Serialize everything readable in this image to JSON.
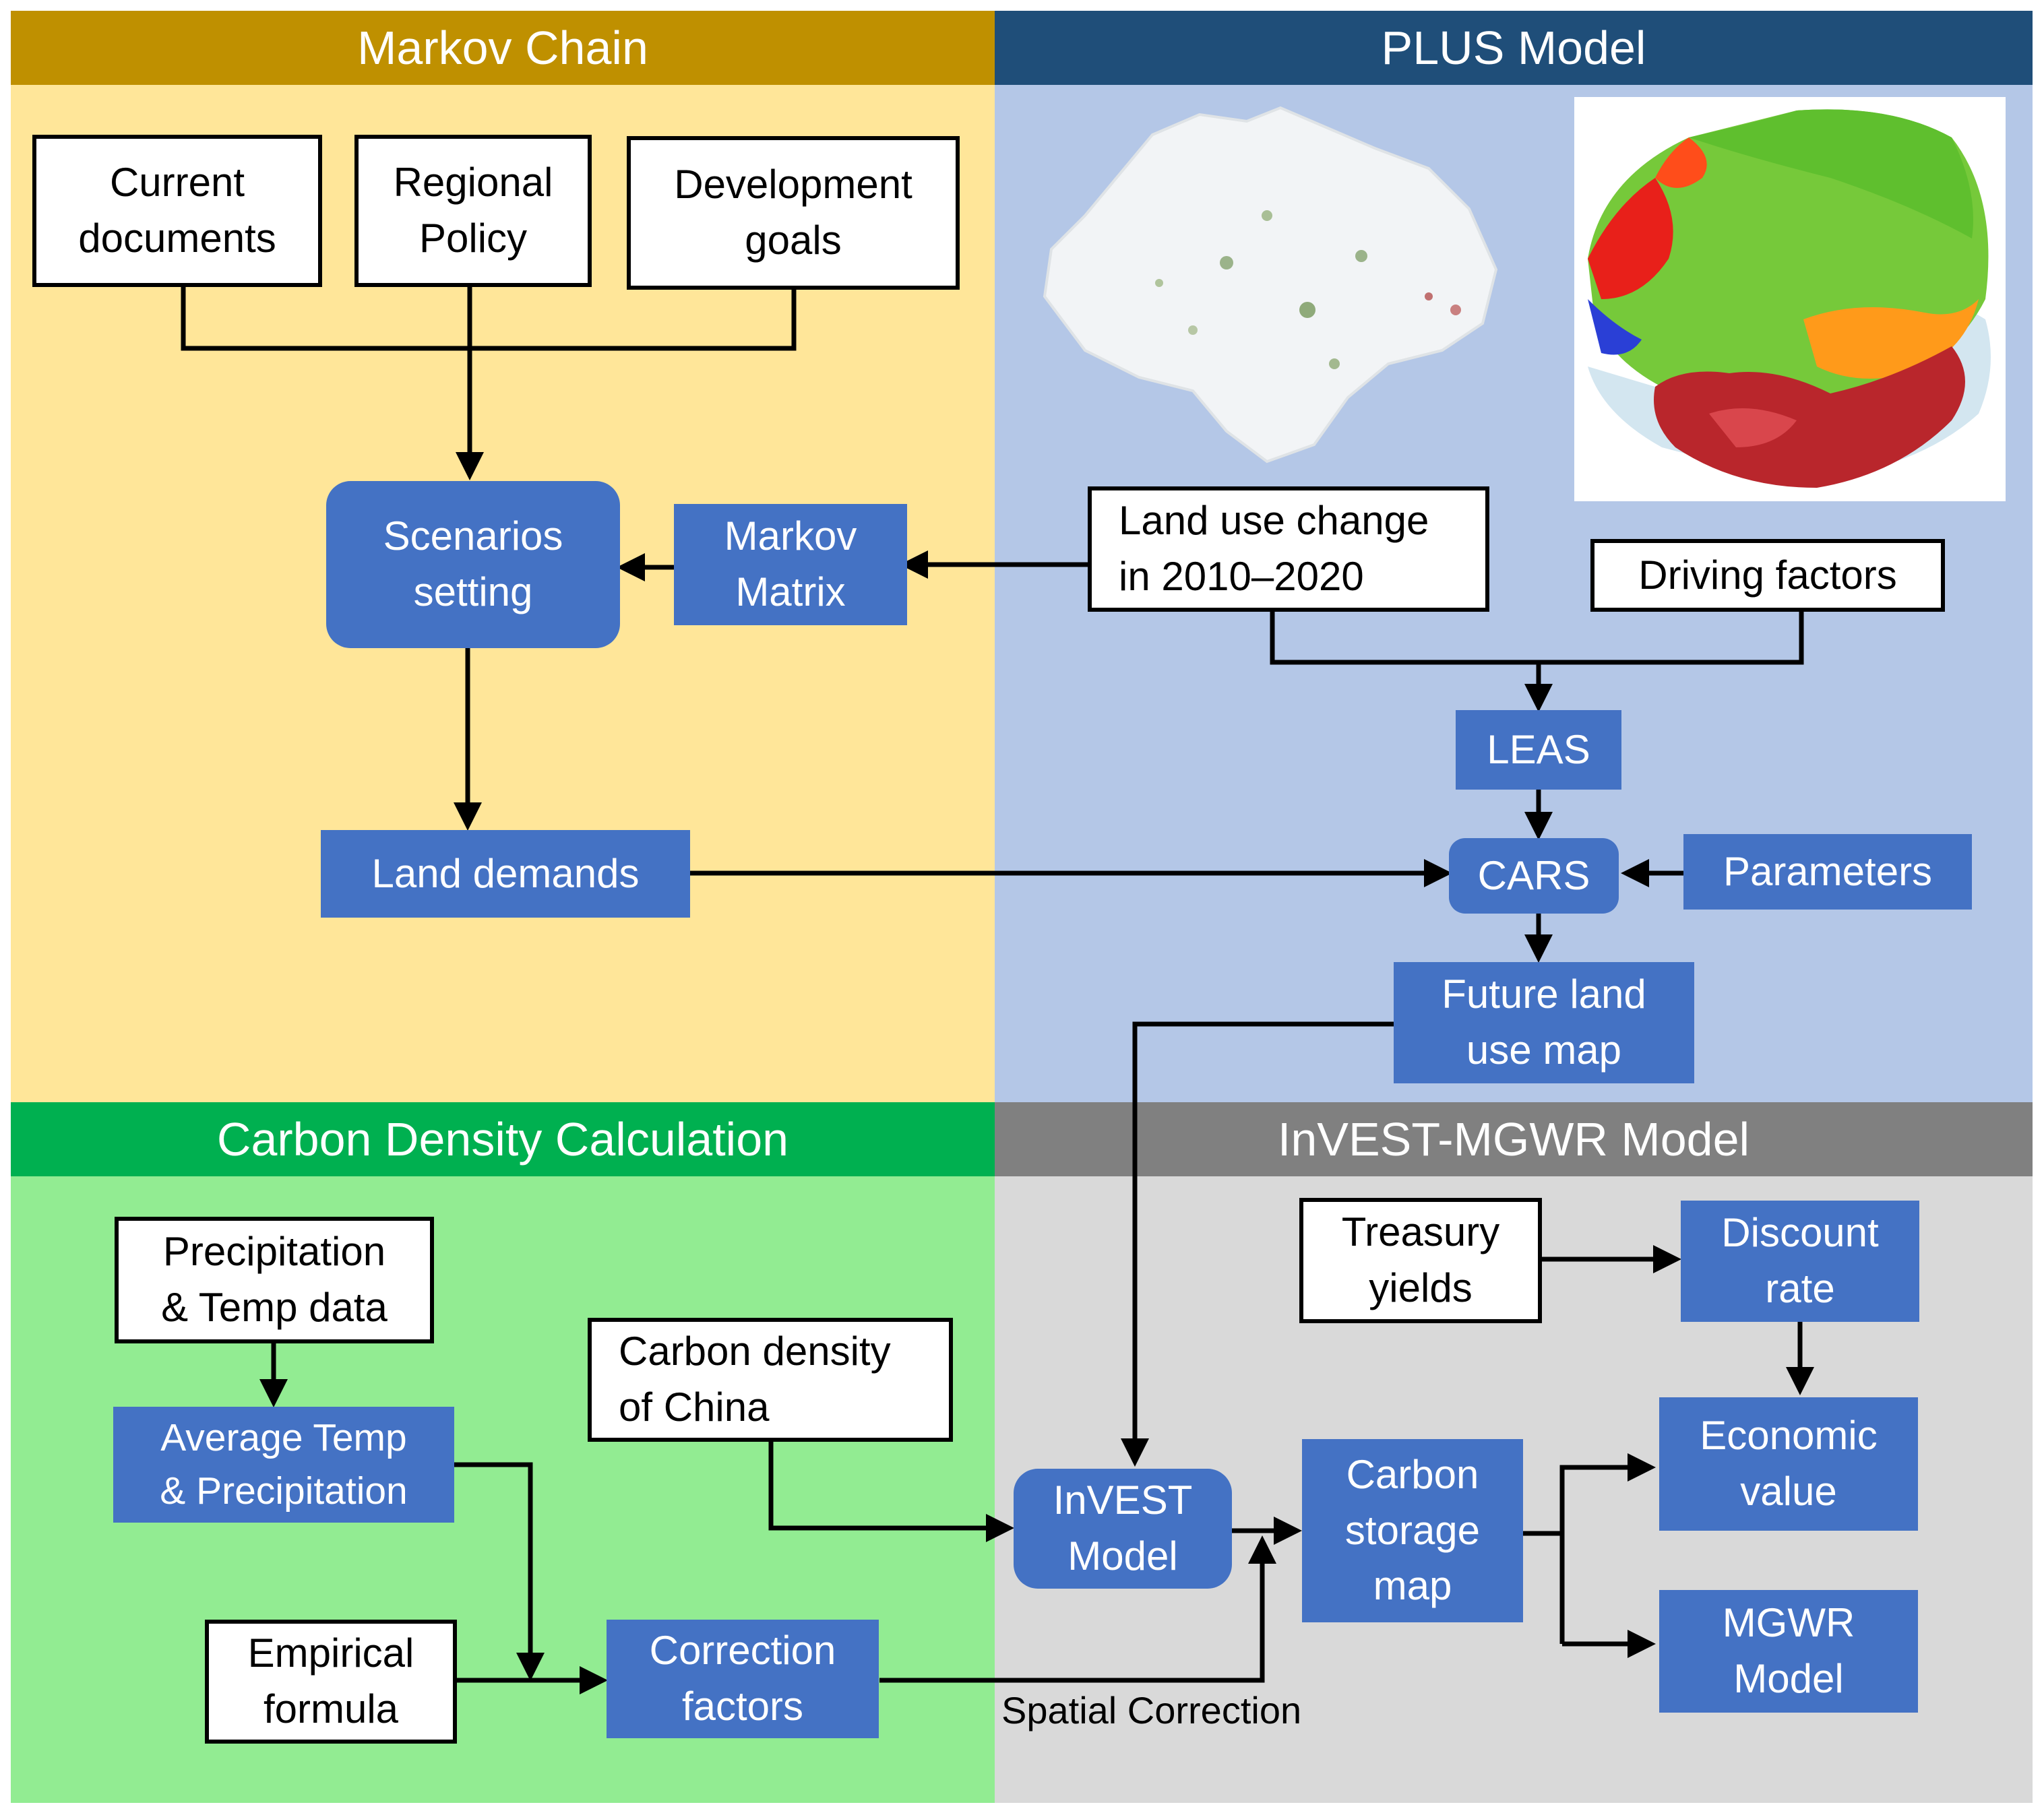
{
  "panels": {
    "markov": {
      "title": "Markov Chain",
      "header_color": "#bf9000",
      "bg_color": "#ffe699"
    },
    "plus": {
      "title": "PLUS Model",
      "header_color": "#1f4e79",
      "bg_color": "#b4c7e7"
    },
    "carbon": {
      "title": "Carbon Density Calculation",
      "header_color": "#00b050",
      "bg_color": "#92ec92"
    },
    "invest": {
      "title": "InVEST-MGWR Model",
      "header_color": "#808080",
      "bg_color": "#d9d9d9"
    }
  },
  "nodes": {
    "current_documents": "Current\ndocuments",
    "regional_policy": "Regional\nPolicy",
    "development_goals": "Development\ngoals",
    "scenarios_setting": "Scenarios\nsetting",
    "markov_matrix": "Markov\nMatrix",
    "land_use_change": "Land use change\nin 2010–2020",
    "driving_factors": "Driving factors",
    "leas": "LEAS",
    "cars": "CARS",
    "parameters": "Parameters",
    "land_demands": "Land demands",
    "future_land_use_map": "Future land\nuse map",
    "precip_temp_data": "Precipitation\n& Temp data",
    "average_temp_precip": "Average Temp\n& Precipitation",
    "empirical_formula": "Empirical\nformula",
    "correction_factors": "Correction\nfactors",
    "carbon_density_china": "Carbon density\nof China",
    "invest_model": "InVEST\nModel",
    "carbon_storage_map": "Carbon\nstorage\nmap",
    "treasury_yields": "Treasury\nyields",
    "discount_rate": "Discount\nrate",
    "economic_value": "Economic\nvalue",
    "mgwr_model": "MGWR\nModel"
  },
  "labels": {
    "spatial_correction": "Spatial Correction"
  },
  "colors": {
    "box_blue": "#4472c4",
    "box_white": "#ffffff",
    "arrow": "#000000"
  }
}
